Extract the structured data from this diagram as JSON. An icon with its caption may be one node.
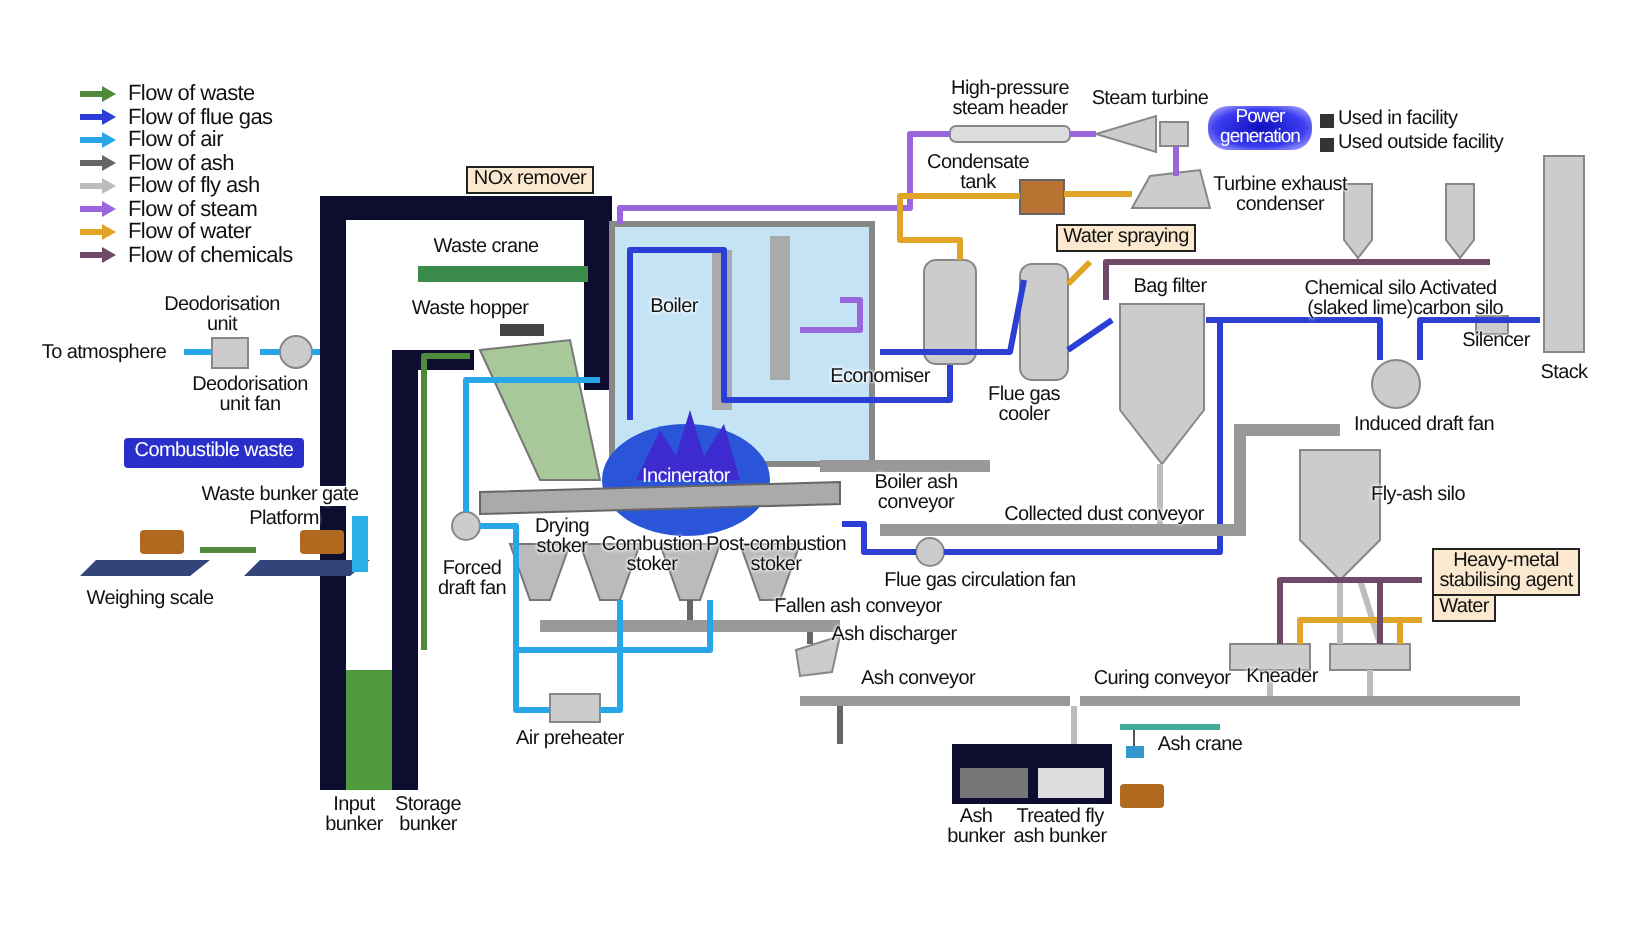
{
  "diagram": {
    "nodes": [
      {
        "text": [
          "Power generation"
        ]
      },
      {
        "text": [
          "NOx remover"
        ]
      },
      {
        "text": [
          "Water spraying"
        ]
      },
      {
        "text": [
          "Combustible waste"
        ]
      },
      {
        "text": [
          "Heavy-metal stabilising agent"
        ]
      },
      {
        "text": [
          "Water"
        ]
      }
    ],
    "labels": [
      "High-pressure steam header",
      "Steam turbine",
      "Used in facility",
      "Used outside facility",
      "Condensate tank",
      "Turbine exhaust condenser",
      "Waste crane",
      "Boiler",
      "Bag filter",
      "Chemical silo (slaked lime)",
      "Activated carbon silo",
      "Deodorisation unit",
      "Waste hopper",
      "To atmosphere",
      "Deodorisation unit fan",
      "Economiser",
      "Silencer",
      "Stack",
      "Flue gas cooler",
      "Induced draft fan",
      "Waste bunker gate",
      "Incinerator",
      "Boiler ash conveyor",
      "Fly-ash silo",
      "Platform",
      "Drying stoker",
      "Combustion stoker",
      "Post-combustion stoker",
      "Collected dust conveyor",
      "Weighing scale",
      "Forced draft fan",
      "Flue gas circulation fan",
      "Fallen ash conveyor",
      "Ash discharger",
      "Ash conveyor",
      "Curing conveyor",
      "Kneader",
      "Air preheater",
      "Ash crane",
      "Input bunker",
      "Storage bunker",
      "Ash bunker",
      "Treated fly ash bunker"
    ],
    "legend": [
      {
        "text": "Flow of waste",
        "color": "#4f8a3c"
      },
      {
        "text": "Flow of flue gas",
        "color": "#2b3fd6"
      },
      {
        "text": "Flow of air",
        "color": "#29a6e8"
      },
      {
        "text": "Flow of ash",
        "color": "#666666"
      },
      {
        "text": "Flow of fly ash",
        "color": "#bdbdbd"
      },
      {
        "text": "Flow of steam",
        "color": "#9966dd"
      },
      {
        "text": "Flow of water",
        "color": "#e0a526"
      },
      {
        "text": "Flow of chemicals",
        "color": "#6e4a68"
      }
    ]
  }
}
